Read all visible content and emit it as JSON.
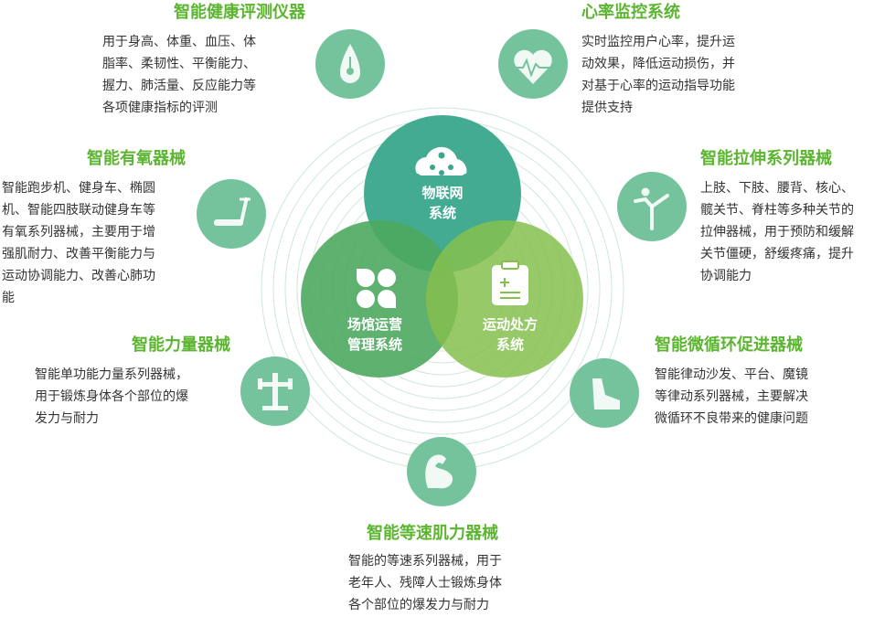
{
  "core": {
    "iot": {
      "line1": "物联网",
      "line2": "系统"
    },
    "venue": {
      "line1": "场馆运营",
      "line2": "管理系统"
    },
    "prescription": {
      "line1": "运动处方",
      "line2": "系统"
    }
  },
  "features": {
    "health_test": {
      "title": "智能健康评测仪器",
      "lines": [
        "用于身高、体重、血压、体",
        "脂率、柔韧性、平衡能力、",
        "握力、肺活量、反应能力等",
        "各项健康指标的评测"
      ]
    },
    "heart_rate": {
      "title": "心率监控系统",
      "lines": [
        "实时监控用户心率，提升运",
        "动效果，降低运动损伤，并",
        "对基于心率的运动指导功能",
        "提供支持"
      ]
    },
    "aerobic": {
      "title": "智能有氧器械",
      "lines": [
        "智能跑步机、健身车、椭圆",
        "机、智能四肢联动健身车等",
        "有氧系列器械，主要用于增",
        "强肌耐力、改善平衡能力与",
        "运动协调能力、改善心肺功",
        "能"
      ]
    },
    "stretch": {
      "title": "智能拉伸系列器械",
      "lines": [
        "上肢、下肢、腰背、核心、",
        "髋关节、脊柱等多种关节的",
        "拉伸器械，用于预防和缓解",
        "关节僵硬，舒缓疼痛，提升",
        "协调能力"
      ]
    },
    "strength": {
      "title": "智能力量器械",
      "lines": [
        "智能单功能力量系列器械，",
        "用于锻炼身体各个部位的爆",
        "发力与耐力"
      ]
    },
    "micro": {
      "title": "智能微循环促进器械",
      "lines": [
        "智能律动沙发、平台、魔镜",
        "等律动系列器械，主要解决",
        "微循环不良带来的健康问题"
      ]
    },
    "isokinetic": {
      "title": "智能等速肌力器械",
      "lines": [
        "智能的等速系列器械，用于",
        "老年人、残障人士锻炼身体",
        "各个部位的爆发力与耐力"
      ]
    }
  },
  "icons": {
    "health_test": "drop-gauge-icon",
    "heart_rate": "heart-pulse-icon",
    "aerobic": "treadmill-icon",
    "stretch": "stretching-person-icon",
    "strength": "strength-machine-icon",
    "micro": "vibration-platform-icon",
    "isokinetic": "flexed-arm-icon",
    "iot": "cloud-network-icon",
    "venue": "clover-icon",
    "prescription": "clipboard-icon"
  },
  "colors": {
    "icon_circle": "#74c39c",
    "title_green": "#5cb531",
    "iot": "#3aa78d",
    "venue": "#4ca95f",
    "prescription": "#85bf4d",
    "rings": "#cfe7d8"
  }
}
